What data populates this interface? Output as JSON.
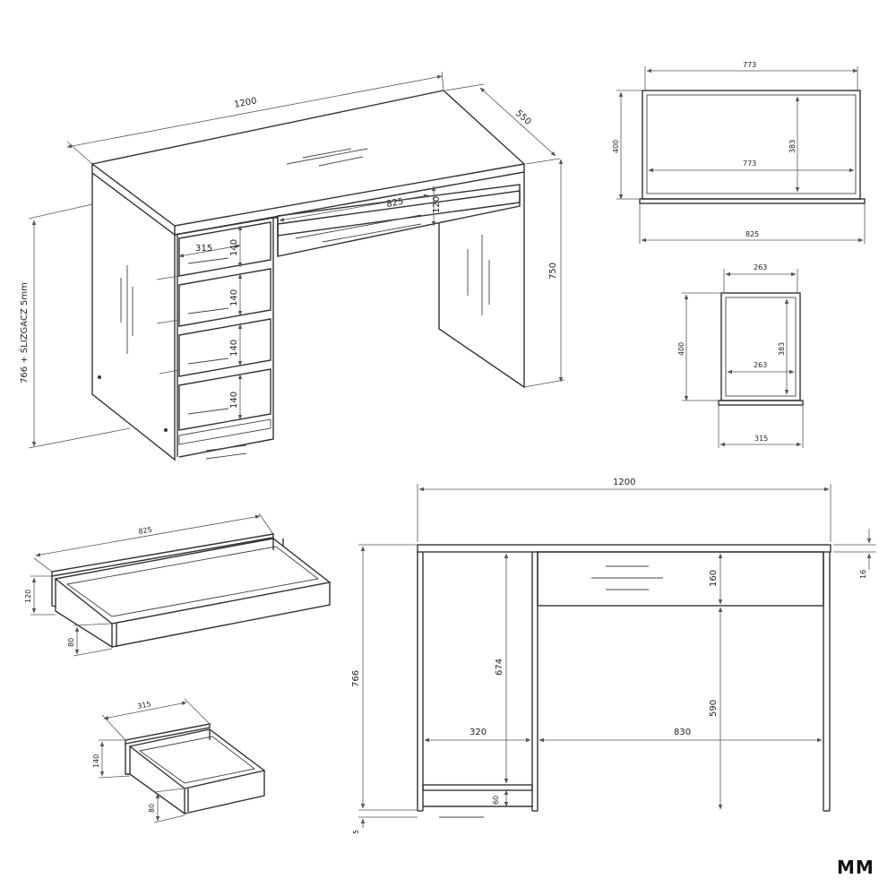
{
  "iso": {
    "width": "1200",
    "depth": "550",
    "height": "750",
    "side_height": "766 + ŚLIZGACZ 5mm",
    "drawer_width": "315",
    "drawer_heights": [
      "140",
      "140",
      "140",
      "140"
    ],
    "top_drawer_width": "825",
    "top_drawer_height": "120"
  },
  "top_drawer_section": {
    "outer_width": "773",
    "inner_width": "773",
    "height": "400",
    "inner_height": "383",
    "bottom_width": "825"
  },
  "side_drawer_section": {
    "outer_width": "263",
    "inner_width": "263",
    "height": "400",
    "inner_height": "383",
    "bottom_width": "315"
  },
  "wide_drawer": {
    "width": "825",
    "height": "120",
    "inner_height": "80"
  },
  "small_drawer": {
    "width": "315",
    "height": "140",
    "inner_height": "80"
  },
  "front_view": {
    "width": "1200",
    "top_thickness": "16",
    "height": "766",
    "leg_gap": "5",
    "left_inner_height": "674",
    "left_inner_width": "320",
    "plinth": "60",
    "drawer_front": "160",
    "right_inner_height": "590",
    "right_inner_width": "830"
  },
  "brand": "MM"
}
